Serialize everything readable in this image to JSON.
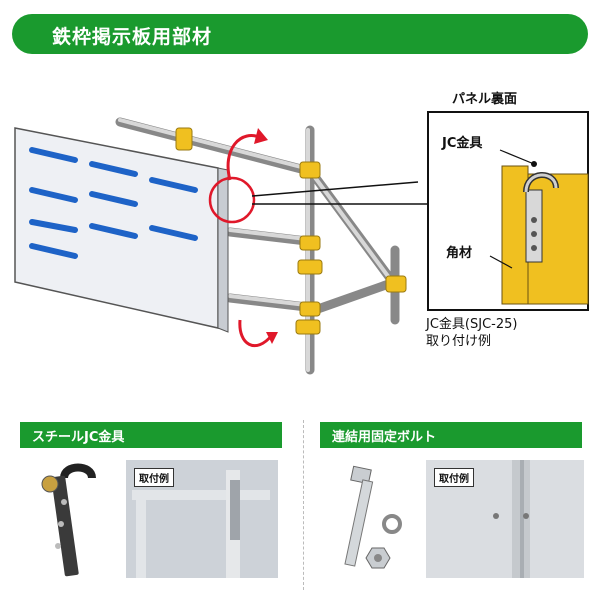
{
  "title": "鉄枠掲示板用部材",
  "diagram": {
    "panel_back_label": "パネル裏面",
    "jc_label": "JC金具",
    "kakuzai_label": "角材",
    "caption_line1": "JC金具(SJC-25)",
    "caption_line2": "取り付け例"
  },
  "sections": [
    {
      "title": "スチールJC金具",
      "tag": "取付例"
    },
    {
      "title": "連結用固定ボルト",
      "tag": "取付例"
    }
  ],
  "colors": {
    "brand_green": "#1a9a2e",
    "panel_blue": "#1e63c7",
    "clamp_yellow": "#f0c020",
    "arrow_red": "#e0182a"
  }
}
